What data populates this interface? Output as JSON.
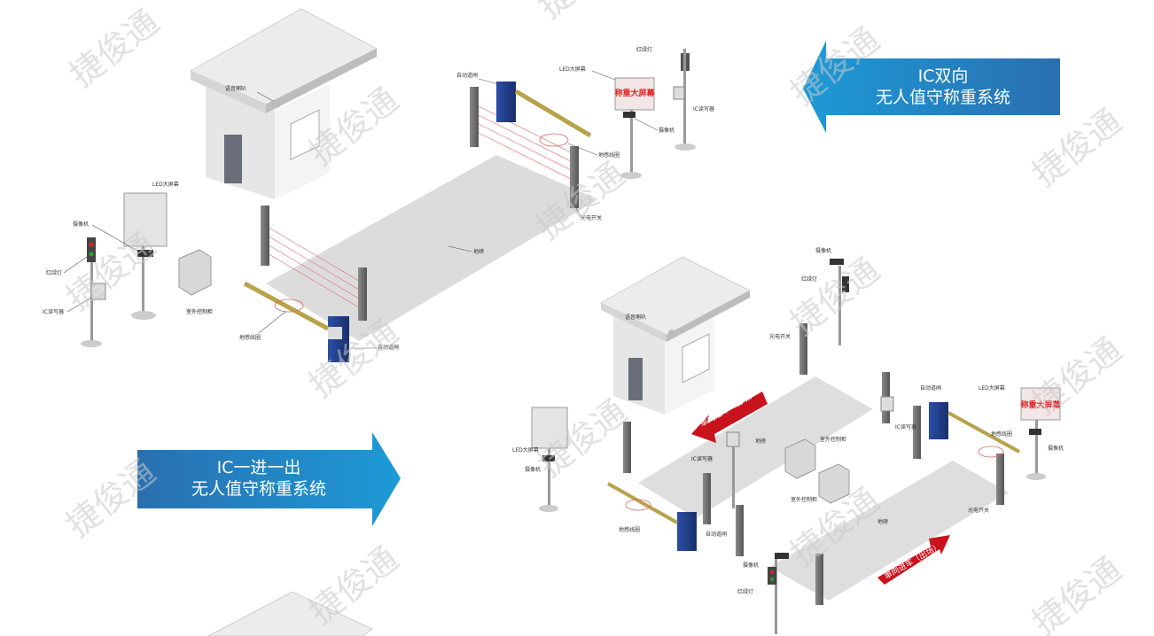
{
  "banners": {
    "dual": {
      "line1": "IC双向",
      "line2": "无人值守称重系统",
      "color": "#2f86c2"
    },
    "single": {
      "line1": "IC一进一出",
      "line2": "无人值守称重系统",
      "color": "#2f86c2"
    }
  },
  "watermark": "捷俊通",
  "top_scene": {
    "labels": {
      "speaker": "语音喇叭",
      "led_screen": "LED大屏幕",
      "camera": "摄像机",
      "traffic_light": "红绿灯",
      "ic_reader": "IC读写器",
      "outdoor_cabinet": "室外控制柜",
      "ground_loop": "地感线圈",
      "barrier_gate": "自动道闸",
      "scale": "地磅",
      "gate_top": "自动道闸",
      "led_screen_right": "LED大屏幕",
      "traffic_light_right": "红绿灯",
      "ic_reader_right": "IC读写器",
      "camera_right": "摄像机",
      "ground_loop_right": "地感线圈",
      "photo_switch": "光电开关"
    },
    "screen_text": "称重大屏幕"
  },
  "bottom_scene": {
    "labels": {
      "speaker": "语音喇叭",
      "camera_top": "摄像机",
      "traffic_light_top": "红绿灯",
      "photo_switch_top": "光电开关",
      "gate_right": "自动道闸",
      "led_right": "LED大屏幕",
      "ic_reader_mid": "IC读写器",
      "ground_loop_right": "地感线圈",
      "camera_right": "摄像机",
      "led_left": "LED大屏幕",
      "camera_left": "摄像机",
      "ic_reader_left": "IC读写器",
      "scale_upper": "地磅",
      "cabinet_upper": "室外控制柜",
      "cabinet_lower": "室外控制柜",
      "scale_lower": "地磅",
      "photo_switch_right": "光电开关",
      "ground_loop_left": "地感线圈",
      "gate_left": "自动道闸",
      "camera_bottom": "摄像机",
      "traffic_light_bottom": "红绿灯"
    },
    "arrow_in": "单向进车（出场）",
    "arrow_out": "单向进车（出场）",
    "screen_text": "称重大屏幕"
  },
  "colors": {
    "booth_wall": "#e8e8e8",
    "booth_side": "#cfcfcf",
    "booth_roof": "#f2f2f2",
    "scale": "#d9d9d9",
    "gate_blue": "#1f3f8f",
    "arm": "#b8a24a",
    "red_arrow": "#c8121c",
    "banner": "#2f86c2"
  }
}
